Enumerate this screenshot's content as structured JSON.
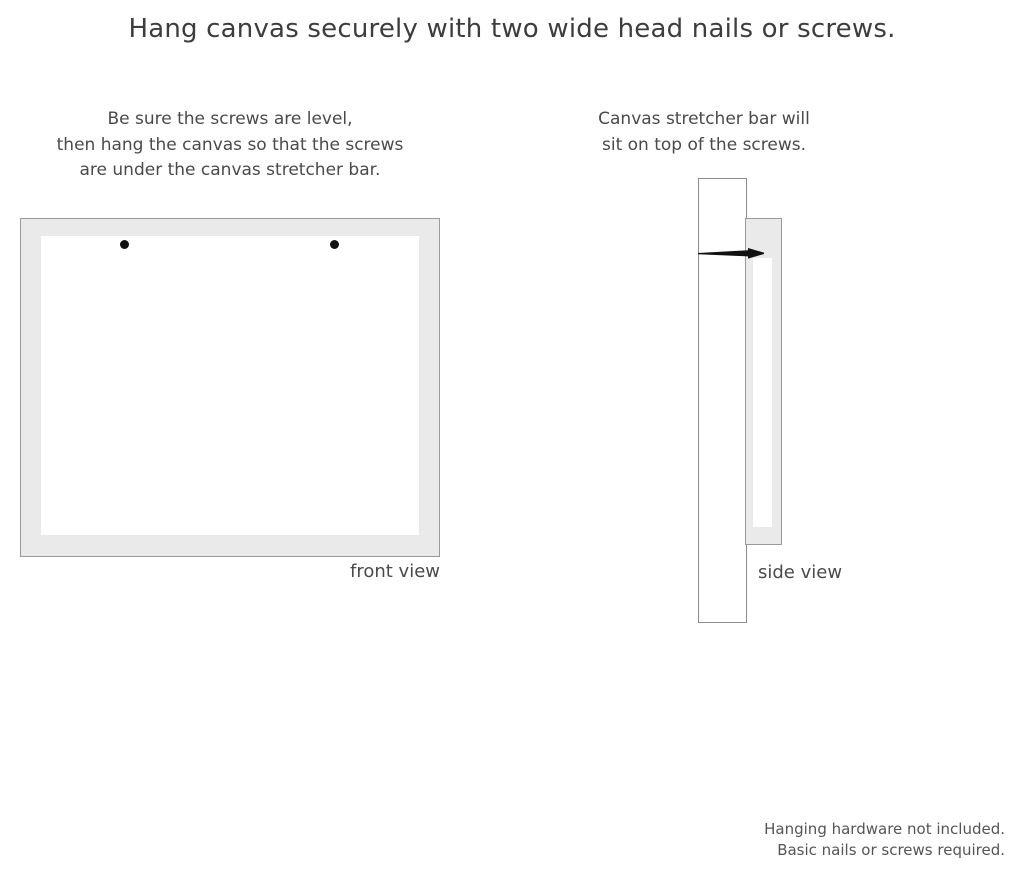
{
  "headline": "Hang canvas securely with two wide head nails or screws.",
  "captions": {
    "left": {
      "lines": [
        "Be sure the screws are level,",
        "then hang the canvas so that the screws",
        "are under the canvas stretcher bar."
      ]
    },
    "right": {
      "lines": [
        "Canvas stretcher bar will",
        "sit on top of the screws."
      ]
    }
  },
  "diagrams": {
    "front": {
      "label": "front view",
      "frame_color": "#eaeaea",
      "frame_border_color": "#9a9a9a",
      "inner_color": "#ffffff",
      "screw_color": "#111111",
      "screw_count": 2
    },
    "side": {
      "label": "side view",
      "wall_color": "#ffffff",
      "wall_border_color": "#8c8c8c",
      "canvas_color": "#eaeaea",
      "canvas_border_color": "#9a9a9a",
      "screw_color": "#111111"
    }
  },
  "disclaimer": {
    "lines": [
      "Hanging hardware not included.",
      "Basic nails or screws required."
    ]
  }
}
